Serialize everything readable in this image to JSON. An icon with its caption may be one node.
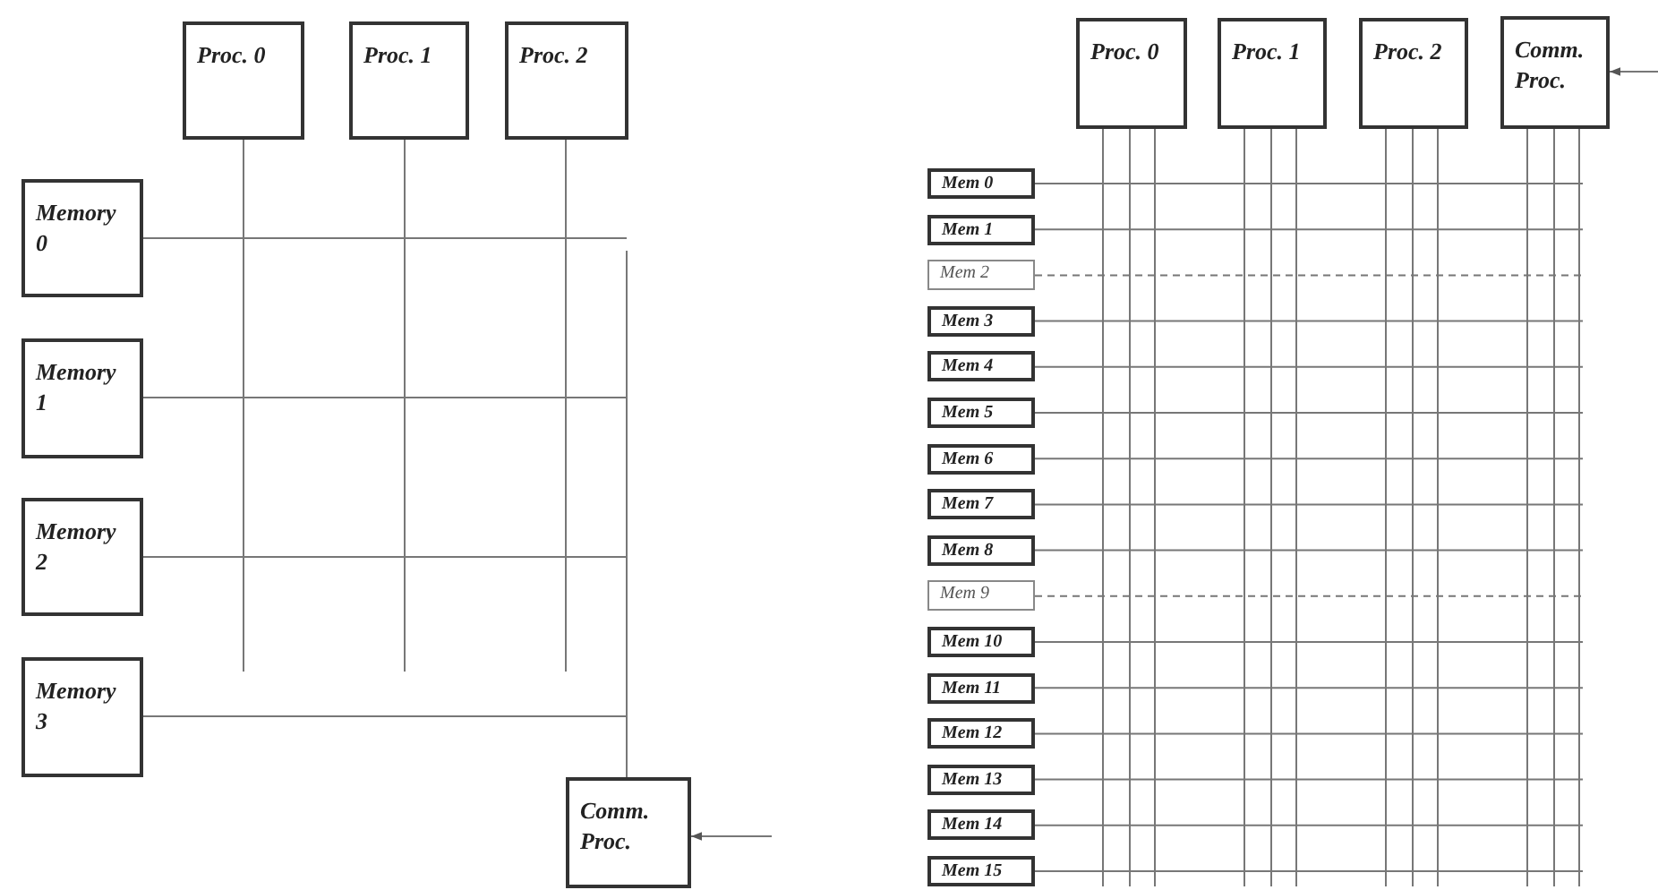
{
  "diagram": {
    "nodes": [
      {
        "text": [
          "Proc. 0"
        ]
      },
      {
        "text": [
          "Proc. 1"
        ]
      },
      {
        "text": [
          "Proc. 2"
        ]
      },
      {
        "text": [
          "Memory 0"
        ]
      },
      {
        "text": [
          "Memory 1"
        ]
      },
      {
        "text": [
          "Memory 2"
        ]
      },
      {
        "text": [
          "Memory 3"
        ]
      },
      {
        "text": [
          "Comm. Proc."
        ]
      },
      {
        "text": [
          "Proc. 0"
        ]
      },
      {
        "text": [
          "Proc. 1"
        ]
      },
      {
        "text": [
          "Proc. 2"
        ]
      },
      {
        "text": [
          "Comm. Proc."
        ]
      },
      {
        "text": [
          "Mem 0"
        ]
      },
      {
        "text": [
          "Mem 1"
        ]
      },
      {
        "text": [
          "Mem 2"
        ]
      },
      {
        "text": [
          "Mem 3"
        ]
      },
      {
        "text": [
          "Mem 4"
        ]
      },
      {
        "text": [
          "Mem 5"
        ]
      },
      {
        "text": [
          "Mem 6"
        ]
      },
      {
        "text": [
          "Mem 7"
        ]
      },
      {
        "text": [
          "Mem 8"
        ]
      },
      {
        "text": [
          "Mem 9"
        ]
      },
      {
        "text": [
          "Mem 10"
        ]
      },
      {
        "text": [
          "Mem 11"
        ]
      },
      {
        "text": [
          "Mem 12"
        ]
      },
      {
        "text": [
          "Mem 13"
        ]
      },
      {
        "text": [
          "Mem 14"
        ]
      },
      {
        "text": [
          "Mem 15"
        ]
      }
    ],
    "edges": [
      {
        "from": 0,
        "to": null,
        "arrow": "none"
      },
      {
        "from": 1,
        "to": null,
        "arrow": "none"
      },
      {
        "from": 2,
        "to": null,
        "arrow": "none"
      },
      {
        "from": 3,
        "to": null,
        "arrow": "none"
      },
      {
        "from": 4,
        "to": null,
        "arrow": "none"
      },
      {
        "from": 5,
        "to": null,
        "arrow": "none"
      },
      {
        "from": 6,
        "to": null,
        "arrow": "none"
      },
      {
        "from": 7,
        "to": null,
        "arrow": "none"
      },
      {
        "from": null,
        "to": 7,
        "arrow": "to"
      },
      {
        "from": 8,
        "to": null,
        "arrow": "none"
      },
      {
        "from": 8,
        "to": null,
        "arrow": "none"
      },
      {
        "from": 8,
        "to": null,
        "arrow": "none"
      },
      {
        "from": 9,
        "to": null,
        "arrow": "none"
      },
      {
        "from": 9,
        "to": null,
        "arrow": "none"
      },
      {
        "from": 9,
        "to": null,
        "arrow": "none"
      },
      {
        "from": 10,
        "to": null,
        "arrow": "none"
      },
      {
        "from": 10,
        "to": null,
        "arrow": "none"
      },
      {
        "from": 10,
        "to": null,
        "arrow": "none"
      },
      {
        "from": 11,
        "to": null,
        "arrow": "none"
      },
      {
        "from": 11,
        "to": null,
        "arrow": "none"
      },
      {
        "from": 11,
        "to": null,
        "arrow": "none"
      },
      {
        "from": 12,
        "to": null,
        "arrow": "none"
      },
      {
        "from": 13,
        "to": null,
        "arrow": "none"
      },
      {
        "from": 14,
        "to": null,
        "arrow": "none",
        "style": "dashed"
      },
      {
        "from": 15,
        "to": null,
        "arrow": "none"
      },
      {
        "from": 16,
        "to": null,
        "arrow": "none"
      },
      {
        "from": 17,
        "to": null,
        "arrow": "none"
      },
      {
        "from": 18,
        "to": null,
        "arrow": "none"
      },
      {
        "from": 19,
        "to": null,
        "arrow": "none"
      },
      {
        "from": 20,
        "to": null,
        "arrow": "none"
      },
      {
        "from": 21,
        "to": null,
        "arrow": "none",
        "style": "dashed"
      },
      {
        "from": 22,
        "to": null,
        "arrow": "none"
      },
      {
        "from": 23,
        "to": null,
        "arrow": "none"
      },
      {
        "from": 24,
        "to": null,
        "arrow": "none"
      },
      {
        "from": 25,
        "to": null,
        "arrow": "none"
      },
      {
        "from": 26,
        "to": null,
        "arrow": "none"
      },
      {
        "from": 27,
        "to": null,
        "arrow": "none"
      },
      {
        "from": null,
        "to": 11,
        "arrow": "to"
      }
    ]
  }
}
